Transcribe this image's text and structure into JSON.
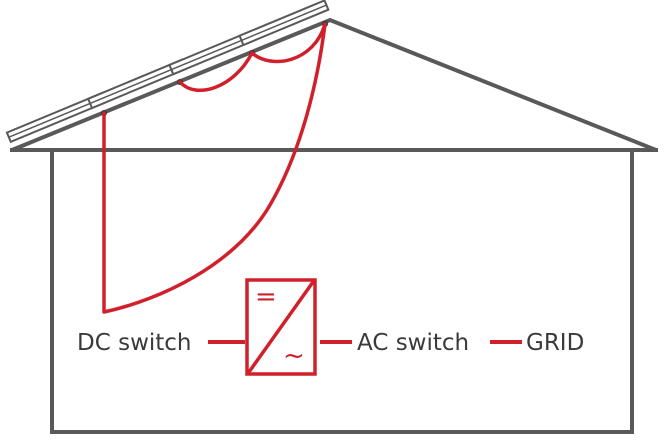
{
  "colors": {
    "wire": "#d0202b",
    "house_outline": "#595959",
    "text": "#3a3a3a",
    "background": "#ffffff"
  },
  "labels": {
    "dc_switch": "DC switch",
    "ac_switch": "AC switch",
    "grid": "GRID"
  },
  "inverter": {
    "dc_symbol": "=",
    "ac_symbol": "~"
  },
  "icons": {
    "solar_array": "solar-panel-icon",
    "inverter": "inverter-icon"
  }
}
